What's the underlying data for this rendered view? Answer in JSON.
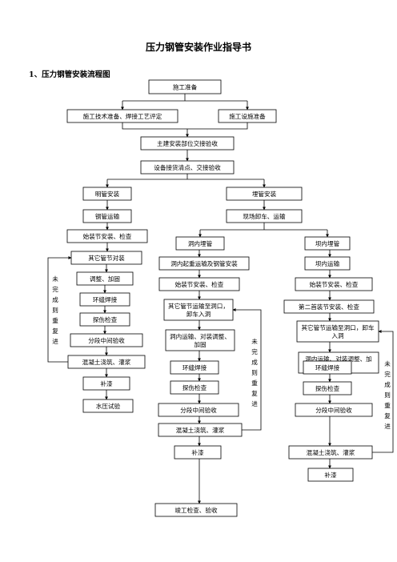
{
  "title": "压力钢管安装作业指导书",
  "section": "1、压力钢管安装流程图",
  "nodes": {
    "n1": "施工准备",
    "n2": "施工技术准备、焊接工艺评定",
    "n3": "施工设施准备",
    "n4": "主建安装部位交接验收",
    "n5": "设备接货清点、交接验收",
    "n6": "明管安装",
    "n7": "埋管安装",
    "n8": "钢管运输",
    "n9": "现场卸车、运输",
    "n10": "始装节安装、检查",
    "n11": "洞内埋管",
    "n12": "坝内埋管",
    "n13": "其它管节对装",
    "n14": "洞内起重运输及钢管安装",
    "n15": "坝内运输",
    "n16": "调整、加固",
    "n17": "始装节安装、检查",
    "n18": "始装节安装、检查",
    "n19": "环缝焊接",
    "n20": "其它管节运输至洞口，卸车入洞",
    "n21": "第二首装节安装、检查",
    "n22": "探伤检查",
    "n23": "其它管节运输至洞口，卸车入洞",
    "n24": "分段中间验收",
    "n25": "洞内运输、对装调整、加固",
    "n26": "混凝土浇筑、灌浆",
    "n27": "洞内运输、对装调整、加固",
    "n28": "补漆",
    "n29": "环缝焊接",
    "n30": "水压试验",
    "n31": "探伤检查",
    "n32": "环缝焊接",
    "n33": "分段中间验收",
    "n34": "探伤检查",
    "n35": "混凝土浇筑、灌浆",
    "n36": "分段中间验收",
    "n37": "补漆",
    "n38": "混凝土浇筑、灌浆",
    "n39": "补漆",
    "n40": "竣工检查、验收"
  },
  "loop_labels": {
    "left": "未完成则重复进",
    "middle": "未完成则重复进",
    "right": "未完成则重复进"
  }
}
